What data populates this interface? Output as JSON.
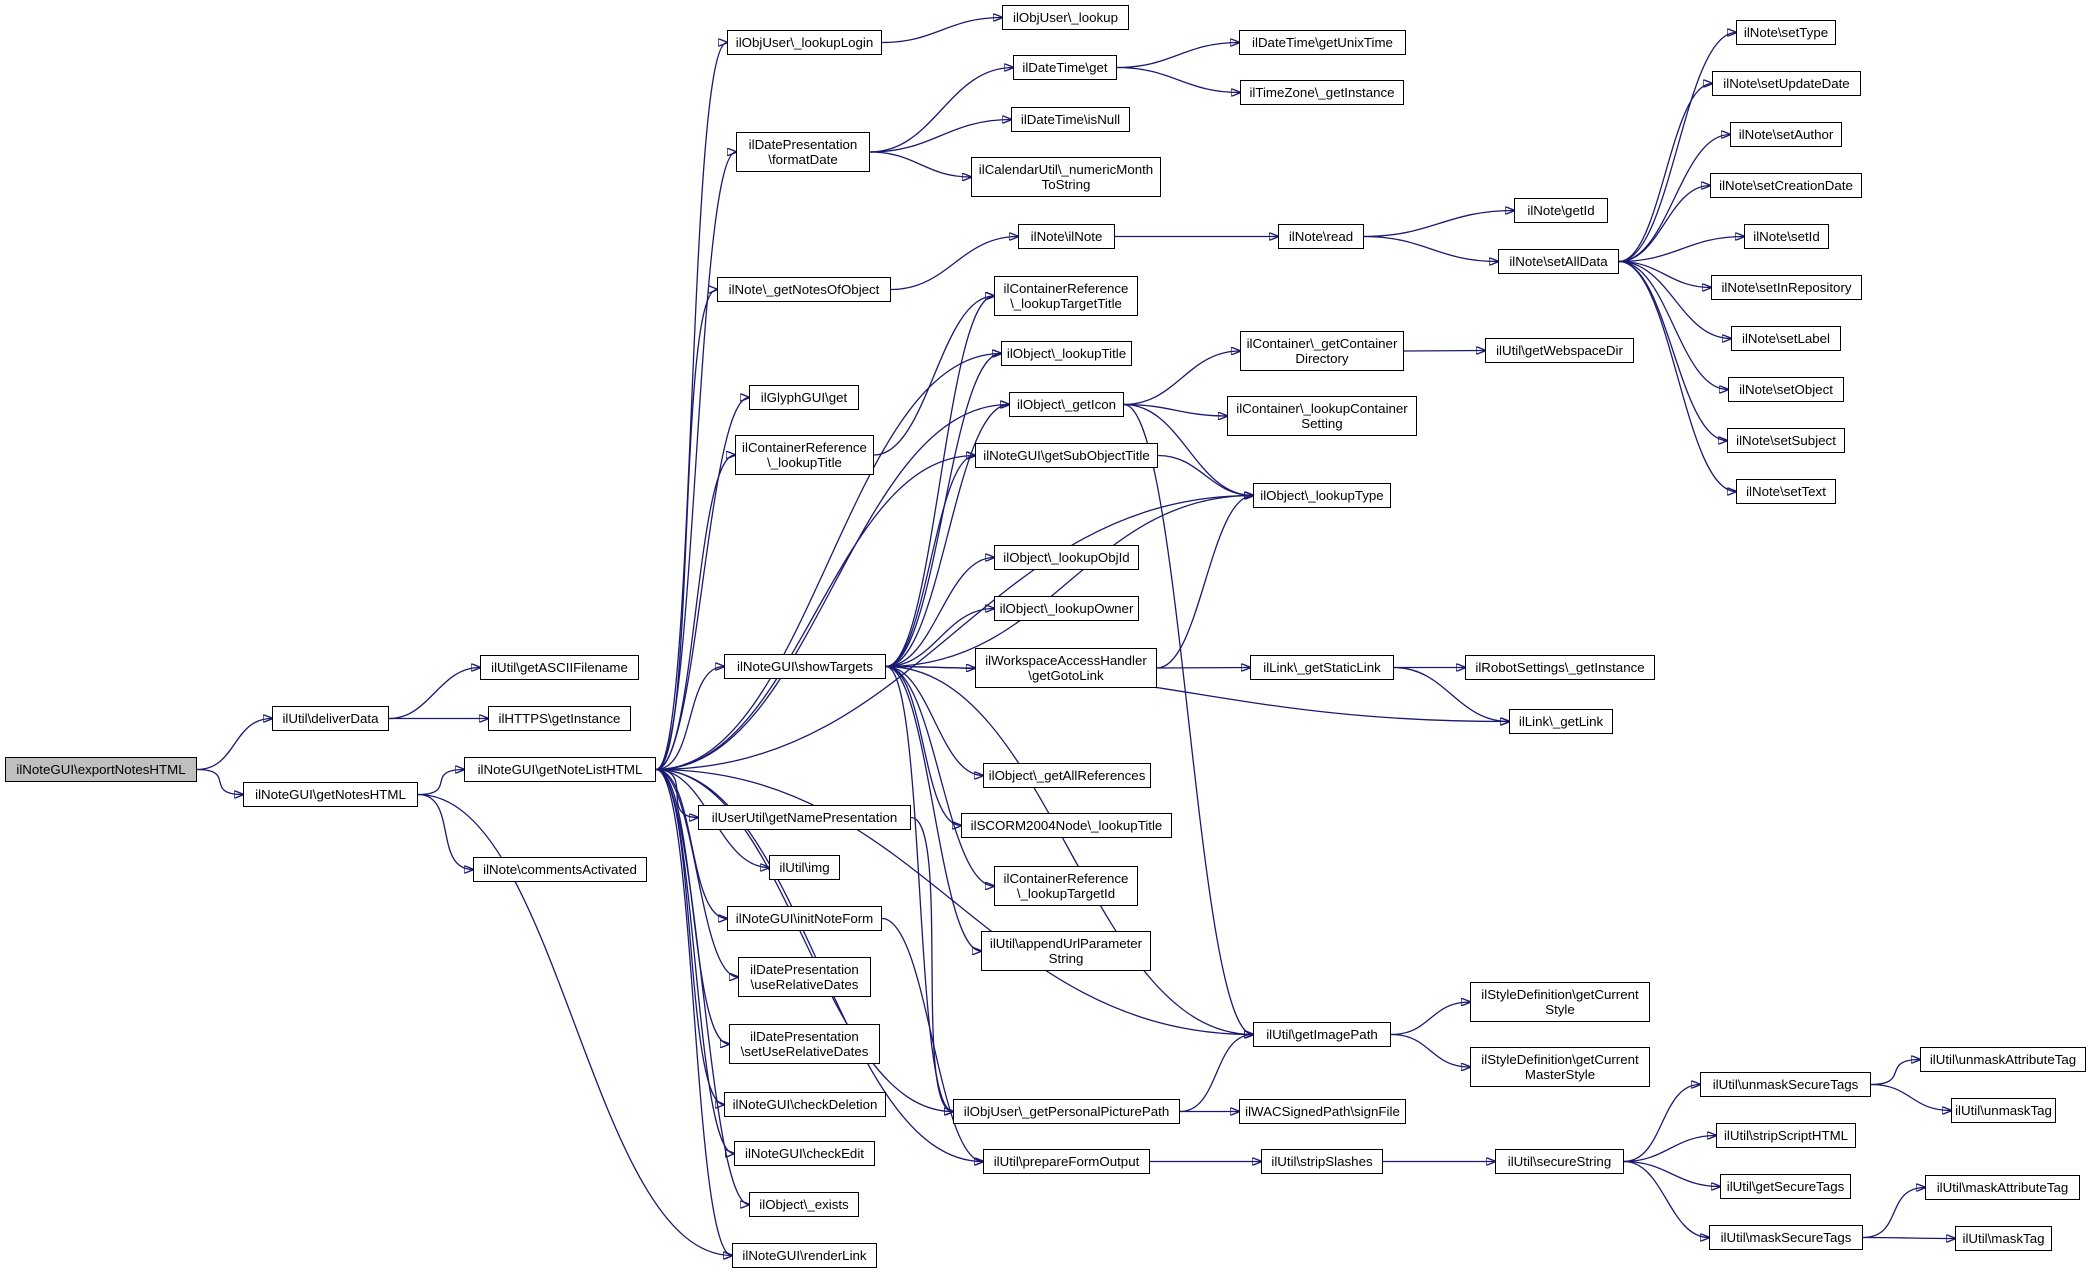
{
  "graph": {
    "root": "n0",
    "colors": {
      "edge": "#191970",
      "node_fill": "#ffffff",
      "root_fill": "#bfbfbf",
      "border": "#000000"
    },
    "nodes": {
      "n0": "ilNoteGUI\\exportNotesHTML",
      "n1": "ilUtil\\deliverData",
      "n2": "ilNoteGUI\\getNotesHTML",
      "n3": "ilUtil\\getASCIIFilename",
      "n4": "ilHTTPS\\getInstance",
      "n5": "ilNoteGUI\\getNoteListHTML",
      "n6": "ilNote\\commentsActivated",
      "n7": "ilObjUser\\_lookupLogin",
      "n8": "ilObjUser\\_lookup",
      "n9": "ilDatePresentation\n\\formatDate",
      "n10": "ilDateTime\\get",
      "n11": "ilDateTime\\getUnixTime",
      "n12": "ilTimeZone\\_getInstance",
      "n13": "ilDateTime\\isNull",
      "n14": "ilCalendarUtil\\_numericMonth\nToString",
      "n15": "ilNote\\_getNotesOfObject",
      "n16": "ilNote\\ilNote",
      "n17": "ilNote\\read",
      "n18": "ilNote\\getId",
      "n19": "ilNote\\setAllData",
      "n20": "ilNote\\setType",
      "n21": "ilNote\\setUpdateDate",
      "n22": "ilNote\\setAuthor",
      "n23": "ilNote\\setCreationDate",
      "n24": "ilNote\\setId",
      "n25": "ilNote\\setInRepository",
      "n26": "ilNote\\setLabel",
      "n27": "ilNote\\setObject",
      "n28": "ilNote\\setSubject",
      "n29": "ilNote\\setText",
      "n30": "ilGlyphGUI\\get",
      "n31": "ilContainerReference\n\\_lookupTitle",
      "n32": "ilContainerReference\n\\_lookupTargetTitle",
      "n33": "ilObject\\_lookupTitle",
      "n34": "ilObject\\_getIcon",
      "n35": "ilContainer\\_getContainer\nDirectory",
      "n36": "ilUtil\\getWebspaceDir",
      "n37": "ilContainer\\_lookupContainer\nSetting",
      "n38": "ilNoteGUI\\getSubObjectTitle",
      "n39": "ilObject\\_lookupType",
      "n40": "ilObject\\_lookupObjId",
      "n41": "ilObject\\_lookupOwner",
      "n42": "ilNoteGUI\\showTargets",
      "n43": "ilWorkspaceAccessHandler\n\\getGotoLink",
      "n44": "ilLink\\_getStaticLink",
      "n45": "ilRobotSettings\\_getInstance",
      "n46": "ilLink\\_getLink",
      "n47": "ilObject\\_getAllReferences",
      "n48": "ilUserUtil\\getNamePresentation",
      "n49": "ilSCORM2004Node\\_lookupTitle",
      "n50": "ilUtil\\img",
      "n51": "ilContainerReference\n\\_lookupTargetId",
      "n52": "ilNoteGUI\\initNoteForm",
      "n53": "ilUtil\\appendUrlParameter\nString",
      "n54": "ilDatePresentation\n\\useRelativeDates",
      "n55": "ilStyleDefinition\\getCurrent\nStyle",
      "n56": "ilDatePresentation\n\\setUseRelativeDates",
      "n57": "ilUtil\\getImagePath",
      "n58": "ilStyleDefinition\\getCurrent\nMasterStyle",
      "n59": "ilUtil\\unmaskSecureTags",
      "n60": "ilUtil\\unmaskAttributeTag",
      "n61": "ilNoteGUI\\checkDeletion",
      "n62": "ilObjUser\\_getPersonalPicturePath",
      "n63": "ilWACSignedPath\\signFile",
      "n64": "ilUtil\\unmaskTag",
      "n65": "ilNoteGUI\\checkEdit",
      "n66": "ilUtil\\stripScriptHTML",
      "n67": "ilUtil\\prepareFormOutput",
      "n68": "ilUtil\\stripSlashes",
      "n69": "ilUtil\\secureString",
      "n70": "ilObject\\_exists",
      "n71": "ilUtil\\getSecureTags",
      "n72": "ilUtil\\maskAttributeTag",
      "n73": "ilNoteGUI\\renderLink",
      "n74": "ilUtil\\maskSecureTags",
      "n75": "ilUtil\\maskTag"
    },
    "edges": [
      [
        "n0",
        "n1"
      ],
      [
        "n0",
        "n2"
      ],
      [
        "n1",
        "n3"
      ],
      [
        "n1",
        "n4"
      ],
      [
        "n2",
        "n5"
      ],
      [
        "n2",
        "n6"
      ],
      [
        "n2",
        "n73"
      ],
      [
        "n5",
        "n7"
      ],
      [
        "n5",
        "n9"
      ],
      [
        "n5",
        "n15"
      ],
      [
        "n5",
        "n30"
      ],
      [
        "n5",
        "n31"
      ],
      [
        "n5",
        "n33"
      ],
      [
        "n5",
        "n34"
      ],
      [
        "n5",
        "n38"
      ],
      [
        "n5",
        "n39"
      ],
      [
        "n5",
        "n42"
      ],
      [
        "n5",
        "n48"
      ],
      [
        "n5",
        "n50"
      ],
      [
        "n5",
        "n52"
      ],
      [
        "n5",
        "n54"
      ],
      [
        "n5",
        "n56"
      ],
      [
        "n5",
        "n57"
      ],
      [
        "n5",
        "n61"
      ],
      [
        "n5",
        "n62"
      ],
      [
        "n5",
        "n65"
      ],
      [
        "n5",
        "n67"
      ],
      [
        "n5",
        "n70"
      ],
      [
        "n5",
        "n73"
      ],
      [
        "n7",
        "n8"
      ],
      [
        "n9",
        "n10"
      ],
      [
        "n9",
        "n13"
      ],
      [
        "n9",
        "n14"
      ],
      [
        "n10",
        "n11"
      ],
      [
        "n10",
        "n12"
      ],
      [
        "n15",
        "n16"
      ],
      [
        "n16",
        "n17"
      ],
      [
        "n17",
        "n18"
      ],
      [
        "n17",
        "n19"
      ],
      [
        "n19",
        "n20"
      ],
      [
        "n19",
        "n21"
      ],
      [
        "n19",
        "n22"
      ],
      [
        "n19",
        "n23"
      ],
      [
        "n19",
        "n24"
      ],
      [
        "n19",
        "n25"
      ],
      [
        "n19",
        "n26"
      ],
      [
        "n19",
        "n27"
      ],
      [
        "n19",
        "n28"
      ],
      [
        "n19",
        "n29"
      ],
      [
        "n31",
        "n32"
      ],
      [
        "n34",
        "n35"
      ],
      [
        "n34",
        "n37"
      ],
      [
        "n34",
        "n39"
      ],
      [
        "n34",
        "n57"
      ],
      [
        "n35",
        "n36"
      ],
      [
        "n38",
        "n39"
      ],
      [
        "n42",
        "n32"
      ],
      [
        "n42",
        "n33"
      ],
      [
        "n42",
        "n34"
      ],
      [
        "n42",
        "n38"
      ],
      [
        "n42",
        "n39"
      ],
      [
        "n42",
        "n40"
      ],
      [
        "n42",
        "n41"
      ],
      [
        "n42",
        "n43"
      ],
      [
        "n42",
        "n46"
      ],
      [
        "n42",
        "n47"
      ],
      [
        "n42",
        "n49"
      ],
      [
        "n42",
        "n51"
      ],
      [
        "n42",
        "n53"
      ],
      [
        "n42",
        "n57"
      ],
      [
        "n42",
        "n62"
      ],
      [
        "n43",
        "n39"
      ],
      [
        "n43",
        "n44"
      ],
      [
        "n44",
        "n45"
      ],
      [
        "n44",
        "n46"
      ],
      [
        "n48",
        "n62"
      ],
      [
        "n52",
        "n67"
      ],
      [
        "n57",
        "n55"
      ],
      [
        "n57",
        "n58"
      ],
      [
        "n59",
        "n60"
      ],
      [
        "n59",
        "n64"
      ],
      [
        "n62",
        "n57"
      ],
      [
        "n62",
        "n63"
      ],
      [
        "n67",
        "n68"
      ],
      [
        "n68",
        "n69"
      ],
      [
        "n69",
        "n59"
      ],
      [
        "n69",
        "n66"
      ],
      [
        "n69",
        "n71"
      ],
      [
        "n69",
        "n74"
      ],
      [
        "n74",
        "n72"
      ],
      [
        "n74",
        "n75"
      ]
    ]
  }
}
